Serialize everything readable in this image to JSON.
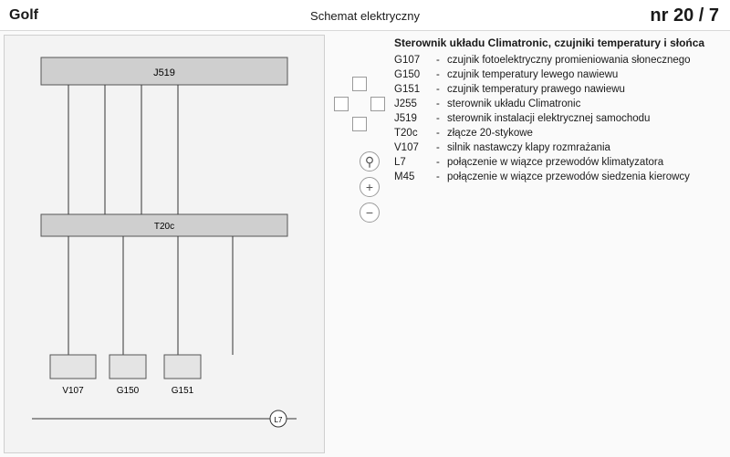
{
  "header": {
    "model": "Golf",
    "title": "Schemat elektryczny",
    "page": "nr 20 / 7"
  },
  "diagram": {
    "labels": {
      "module": "J519",
      "connector": "T20c",
      "motor": "V107",
      "sensor_left": "G150",
      "sensor_right": "G151",
      "ground": "L7"
    }
  },
  "legend": {
    "title": "Sterownik układu Climatronic, czujniki temperatury i słońca",
    "entries": [
      {
        "code": "G107",
        "desc": "czujnik fotoelektryczny promieniowania słonecznego"
      },
      {
        "code": "G150",
        "desc": "czujnik temperatury lewego nawiewu"
      },
      {
        "code": "G151",
        "desc": "czujnik temperatury prawego nawiewu"
      },
      {
        "code": "J255",
        "desc": "sterownik układu Climatronic"
      },
      {
        "code": "J519",
        "desc": "sterownik instalacji elektrycznej samochodu"
      },
      {
        "code": "T20c",
        "desc": "złącze 20-stykowe"
      },
      {
        "code": "V107",
        "desc": "silnik nastawczy klapy rozmrażania"
      },
      {
        "code": "L7",
        "desc": "połączenie w wiązce przewodów klimatyzatora"
      },
      {
        "code": "M45",
        "desc": "połączenie w wiązce przewodów siedzenia kierowcy"
      }
    ]
  }
}
